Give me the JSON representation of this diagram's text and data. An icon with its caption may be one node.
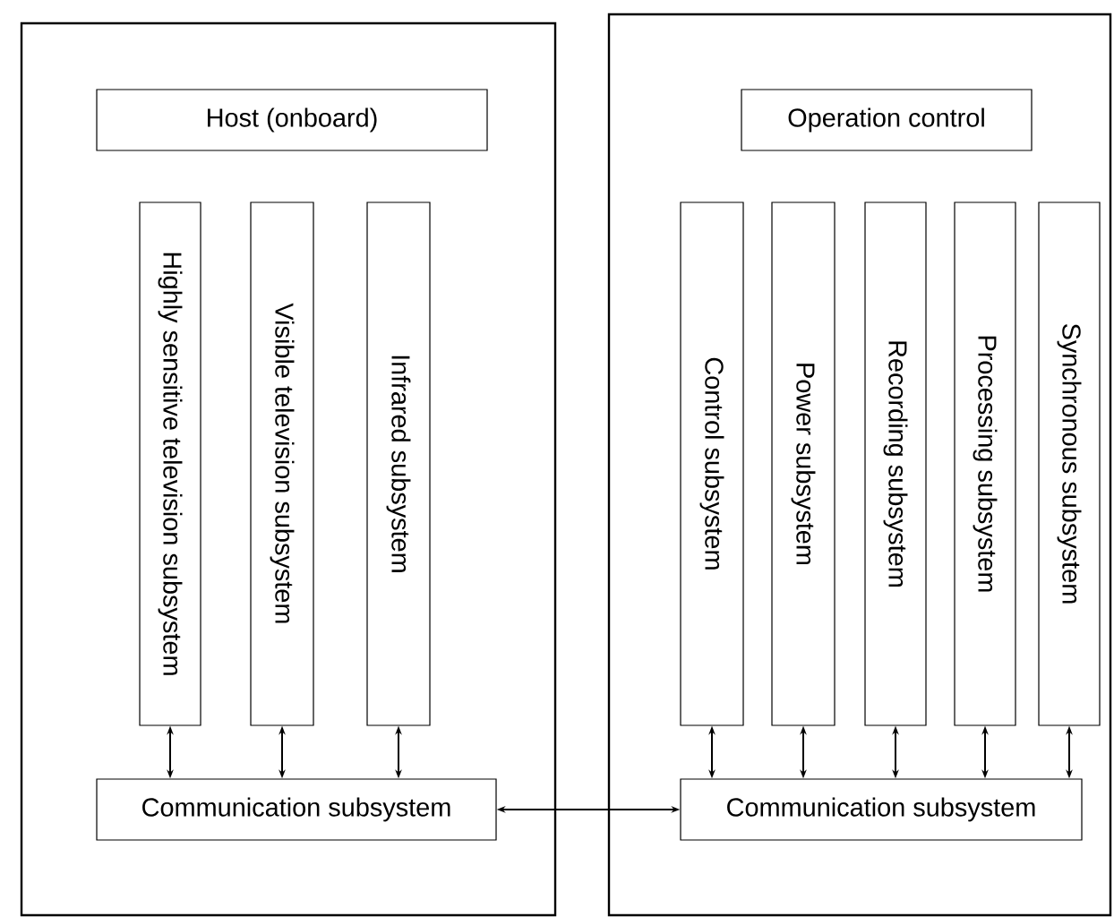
{
  "diagram": {
    "nodes": [
      {
        "text": [],
        "shape": "box"
      },
      {
        "text": [
          "Host (onboard)"
        ],
        "in": 0
      },
      {
        "text": [
          "Highly sensitive television subsystem"
        ],
        "in": 0
      },
      {
        "text": [
          "Visible television subsystem"
        ],
        "in": 0
      },
      {
        "text": [
          "Infrared subsystem"
        ],
        "in": 0
      },
      {
        "text": [
          "Communication subsystem"
        ],
        "in": 0
      },
      {
        "text": [],
        "shape": "box"
      },
      {
        "text": [
          "Operation control"
        ],
        "in": 6
      },
      {
        "text": [
          "Control subsystem"
        ],
        "in": 6
      },
      {
        "text": [
          "Power subsystem"
        ],
        "in": 6
      },
      {
        "text": [
          "Recording subsystem"
        ],
        "in": 6
      },
      {
        "text": [
          "Processing subsystem"
        ],
        "in": 6
      },
      {
        "text": [
          "Synchronous subsystem"
        ],
        "in": 6
      },
      {
        "text": [
          "Communication subsystem"
        ],
        "in": 6
      }
    ],
    "edges": [
      {
        "from": 2,
        "to": 5,
        "arrow": "both"
      },
      {
        "from": 3,
        "to": 5,
        "arrow": "both"
      },
      {
        "from": 4,
        "to": 5,
        "arrow": "both"
      },
      {
        "from": 8,
        "to": 13,
        "arrow": "both"
      },
      {
        "from": 9,
        "to": 13,
        "arrow": "both"
      },
      {
        "from": 10,
        "to": 13,
        "arrow": "both"
      },
      {
        "from": 11,
        "to": 13,
        "arrow": "both"
      },
      {
        "from": 12,
        "to": 13,
        "arrow": "both"
      },
      {
        "from": 5,
        "to": 13,
        "arrow": "both"
      }
    ]
  }
}
